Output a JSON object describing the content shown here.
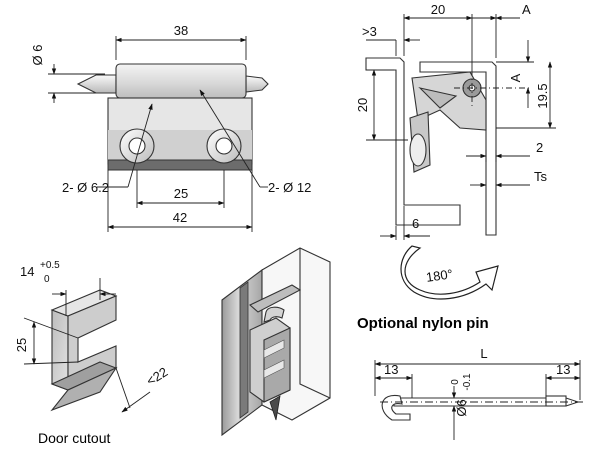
{
  "dimensions": {
    "pin_diameter": "Ø 6",
    "hinge_width": "38",
    "hole_small": "2- Ø 6.2",
    "hole_large": "2- Ø 12",
    "hole_spacing": "25",
    "overall_width": "42",
    "offset_gt3": ">3",
    "side_20_top": "20",
    "label_a_top": "A",
    "label_a_side": "A",
    "side_19_5": "19.5",
    "side_20_left": "20",
    "gap_2": "2",
    "ts": "Ts",
    "bottom_6": "6",
    "rotation": "180°",
    "cutout_14": "14",
    "cutout_tol_upper": "+0.5",
    "cutout_tol_lower": "0",
    "cutout_25": "25",
    "cutout_22": "<22",
    "pin_length": "L",
    "pin_end_left": "13",
    "pin_end_right": "13",
    "pin_diameter_tol": "Ø6",
    "pin_tol_upper": "0",
    "pin_tol_lower": "-0.1"
  },
  "captions": {
    "door_cutout": "Door cutout",
    "optional_pin": "Optional nylon pin"
  },
  "colors": {
    "steel_light": "#e4e4e4",
    "steel_mid": "#c4c4c4",
    "steel_dark": "#8c8c8c",
    "steel_shadow": "#5a5a5a"
  }
}
